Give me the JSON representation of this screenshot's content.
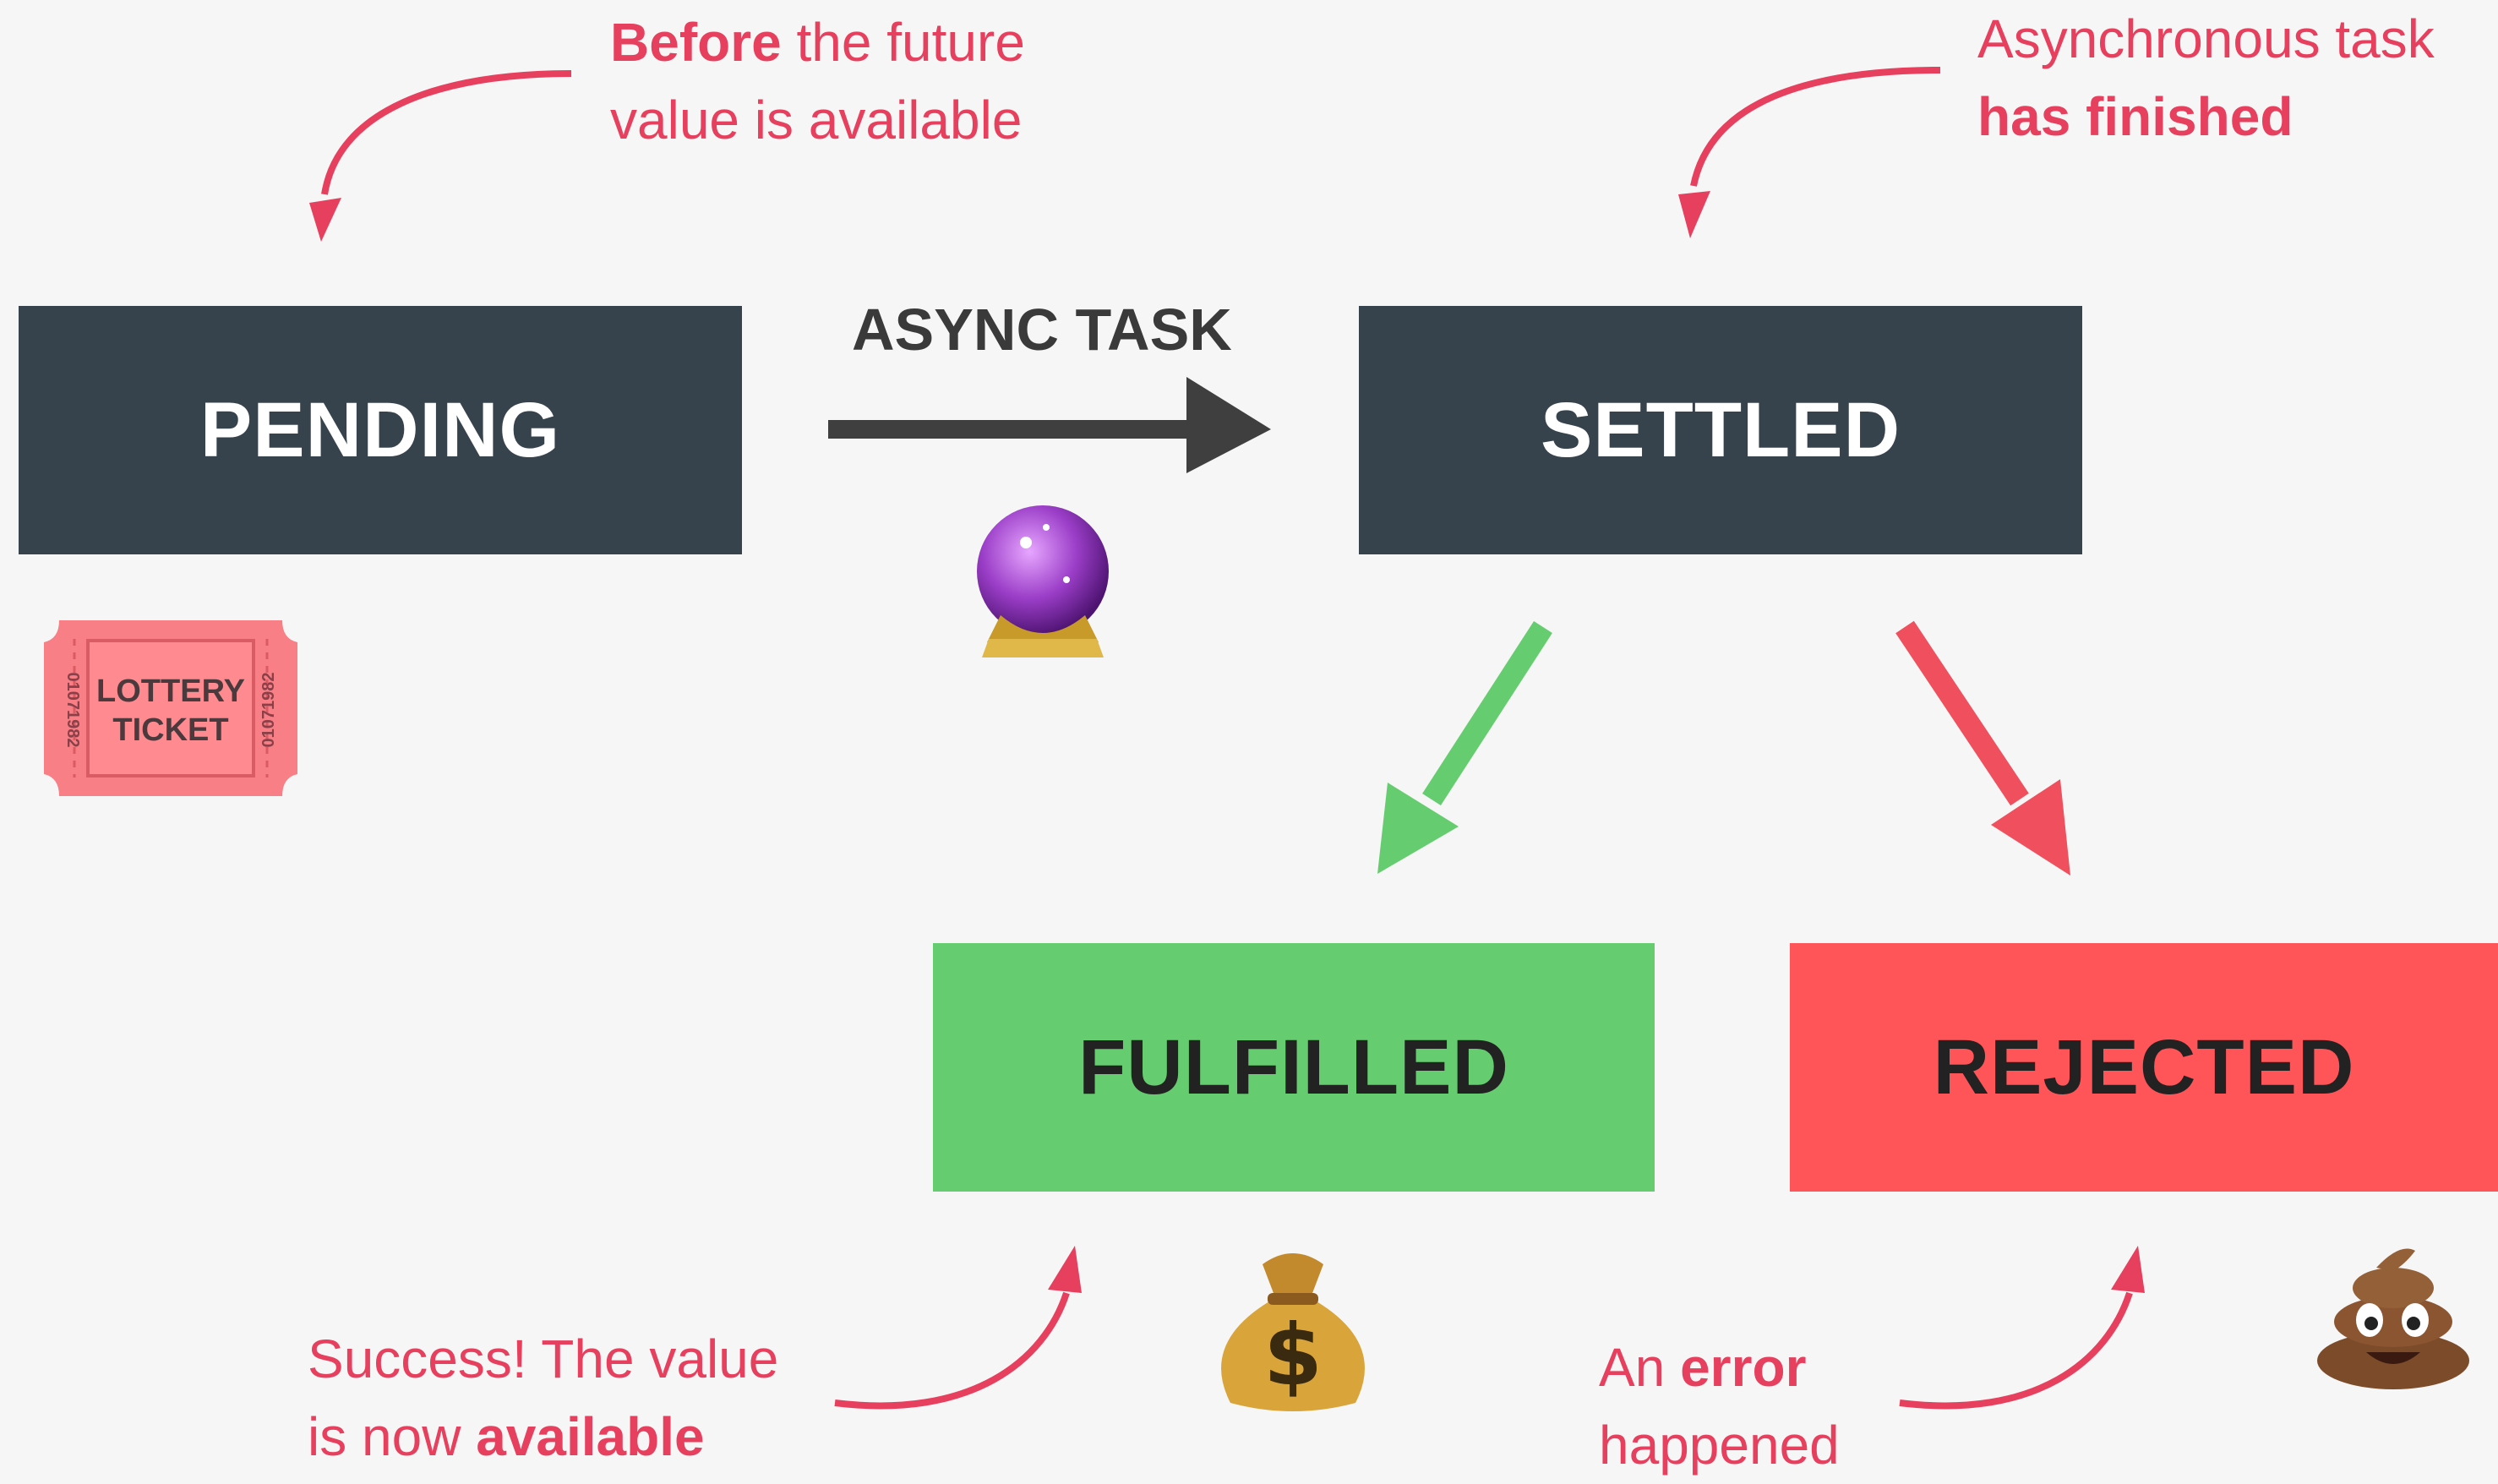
{
  "states": {
    "pending": "PENDING",
    "settled": "SETTLED",
    "fulfilled": "FULFILLED",
    "rejected": "REJECTED"
  },
  "transition_label": "ASYNC TASK",
  "notes": {
    "pending": {
      "bold": "Before",
      "rest_line1": " the future",
      "line2": "value is available"
    },
    "settled": {
      "line1": "Asynchronous task",
      "bold_line2": "has finished"
    },
    "fulfilled": {
      "line1": "Success! The value",
      "line2_prefix": "is now ",
      "bold_line2": "available"
    },
    "rejected": {
      "prefix": "An ",
      "bold": "error",
      "line2": "happened"
    }
  },
  "icons": {
    "pending": "lottery-ticket-icon",
    "async": "crystal-ball-icon",
    "fulfilled": "money-bag-icon",
    "rejected": "pile-of-poo-icon"
  },
  "ticket": {
    "line1": "LOTTERY",
    "line2": "TICKET",
    "serial": "01071982"
  },
  "colors": {
    "background": "#f6f6f6",
    "dark_box": "#37434c",
    "fulfilled_box": "#66cc70",
    "rejected_box": "#ff5458",
    "annotation": "#e7405e",
    "success_arrow": "#66cc70",
    "failure_arrow": "#f0505e",
    "task_arrow": "#3f3f3f"
  }
}
